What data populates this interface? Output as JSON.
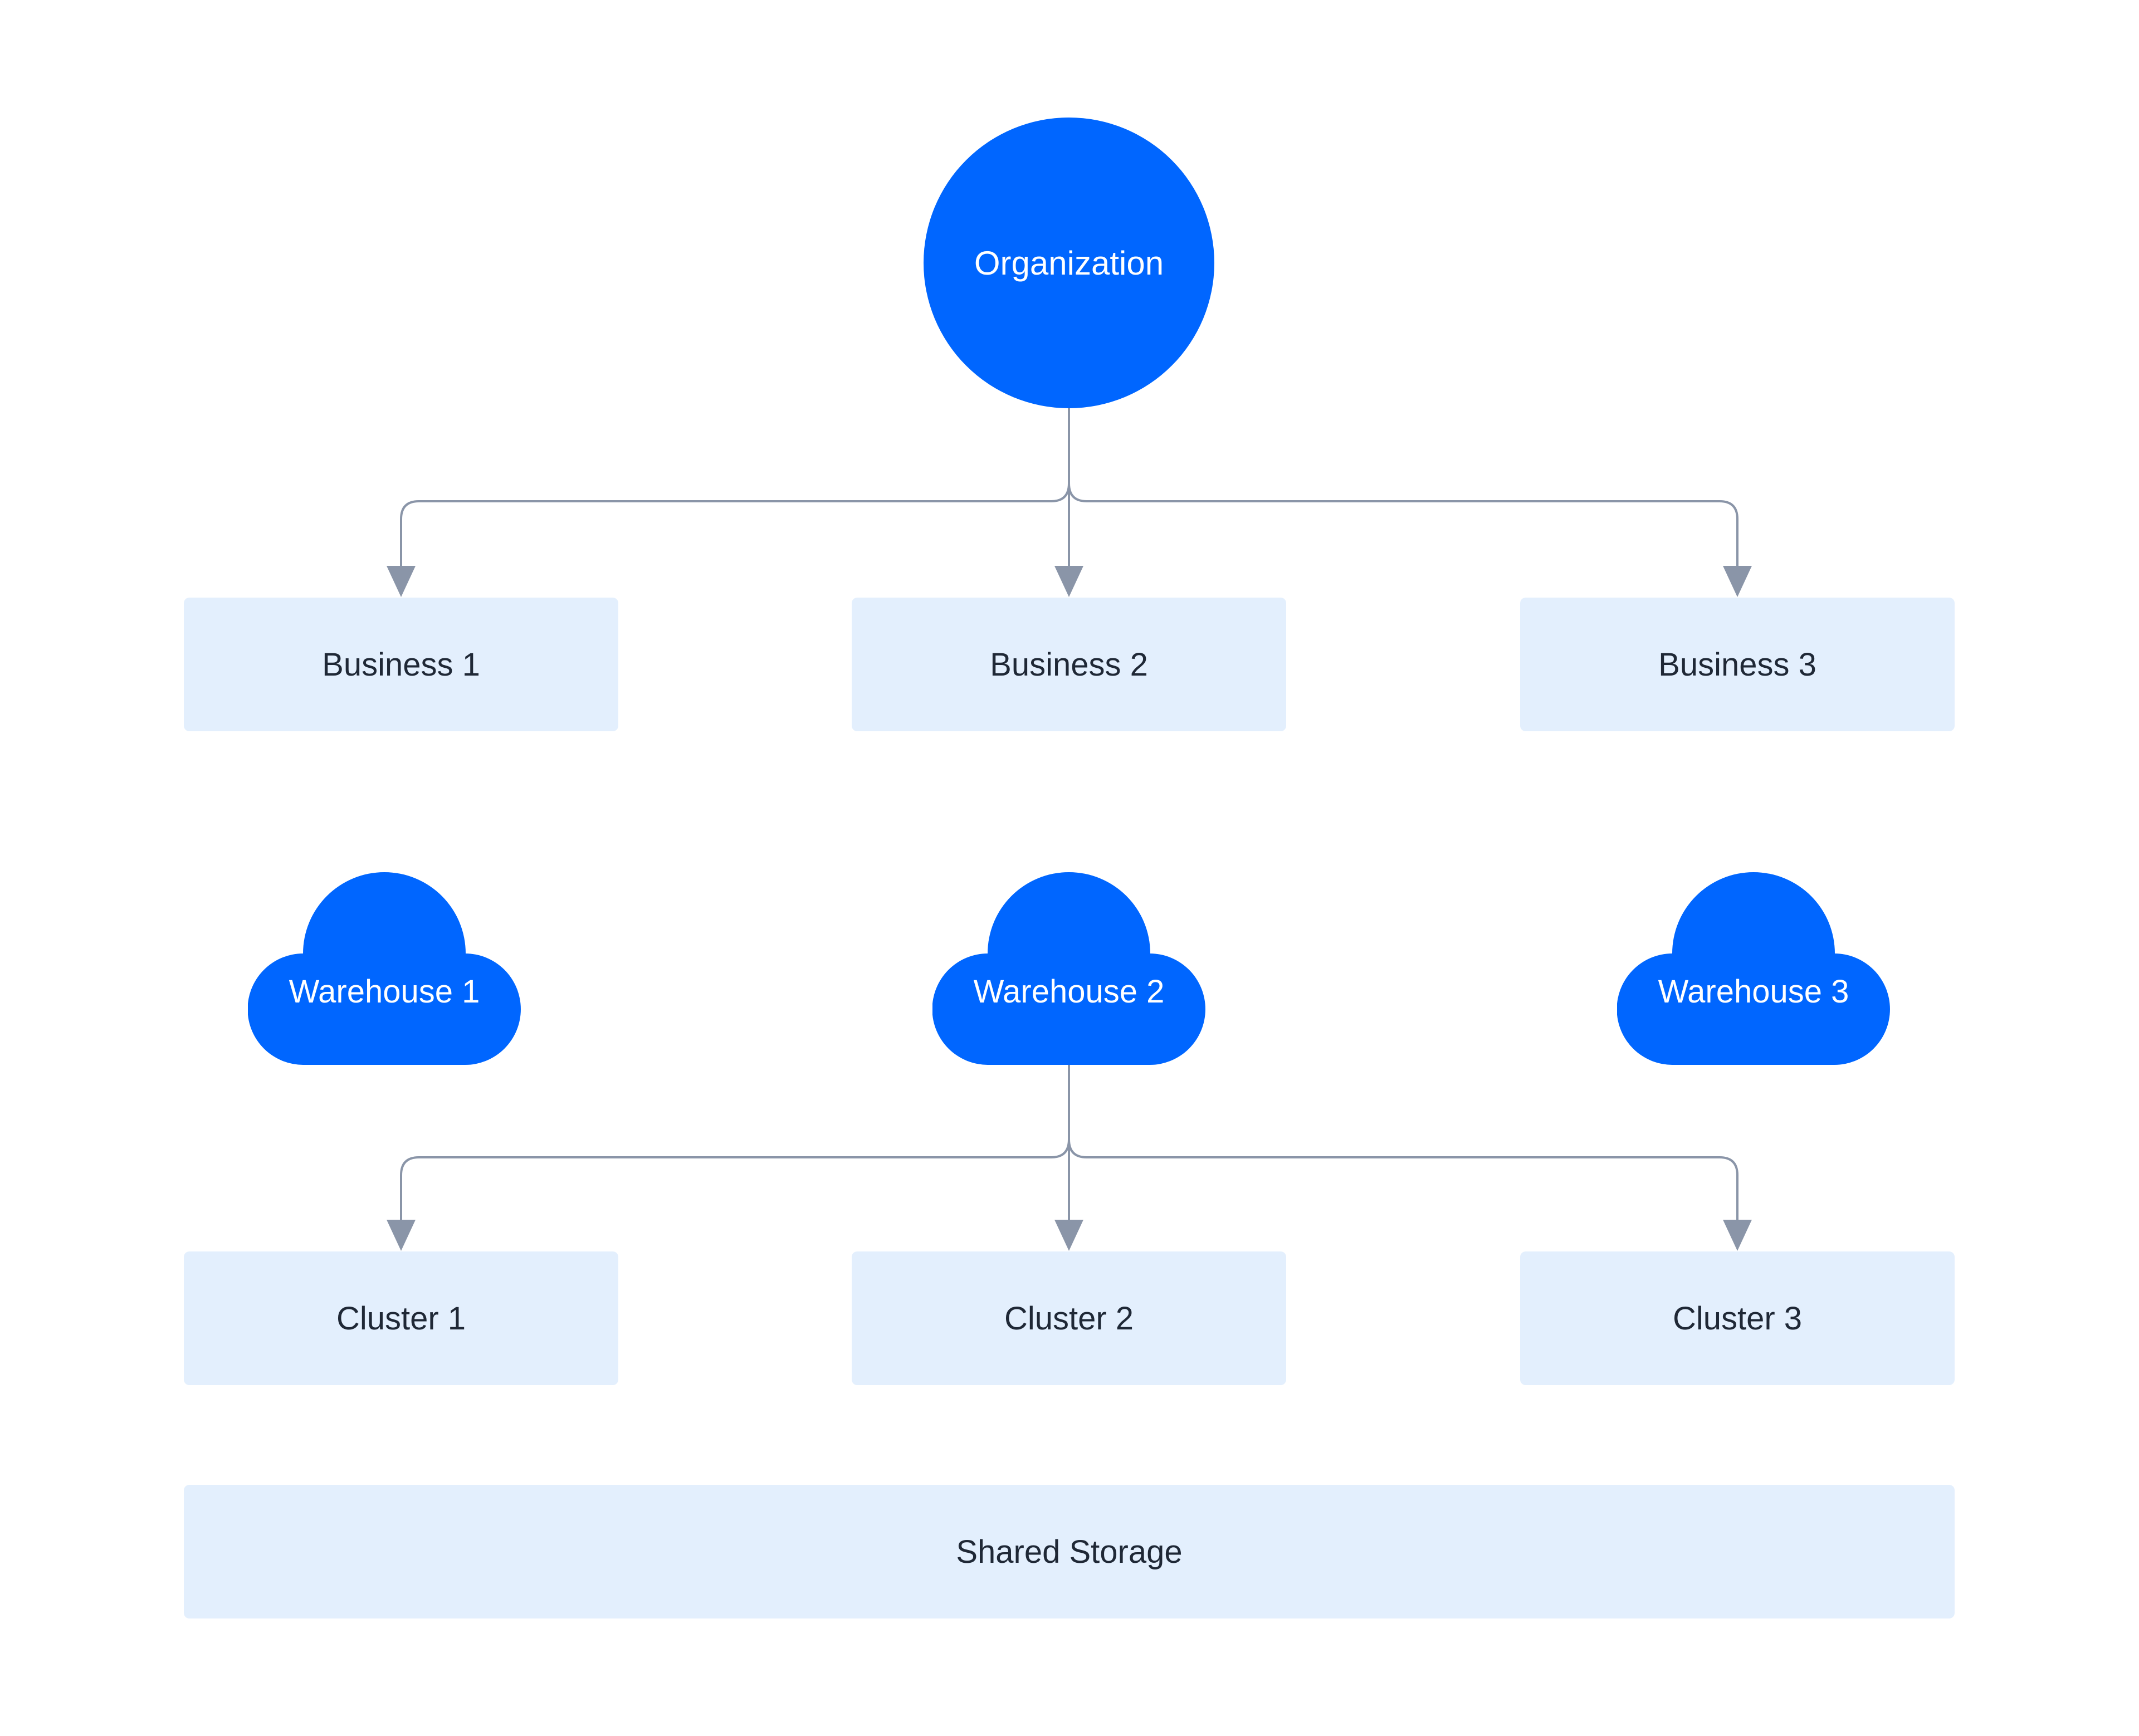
{
  "organization": {
    "label": "Organization"
  },
  "businesses": [
    {
      "label": "Business 1"
    },
    {
      "label": "Business 2"
    },
    {
      "label": "Business 3"
    }
  ],
  "warehouses": [
    {
      "label": "Warehouse 1"
    },
    {
      "label": "Warehouse 2"
    },
    {
      "label": "Warehouse 3"
    }
  ],
  "clusters": [
    {
      "label": "Cluster 1"
    },
    {
      "label": "Cluster 2"
    },
    {
      "label": "Cluster 3"
    }
  ],
  "storage": {
    "label": "Shared Storage"
  },
  "colors": {
    "node_blue": "#0066ff",
    "box_fill": "#e3effd",
    "connector": "#8a95a8",
    "text_dark": "#1f2836"
  }
}
